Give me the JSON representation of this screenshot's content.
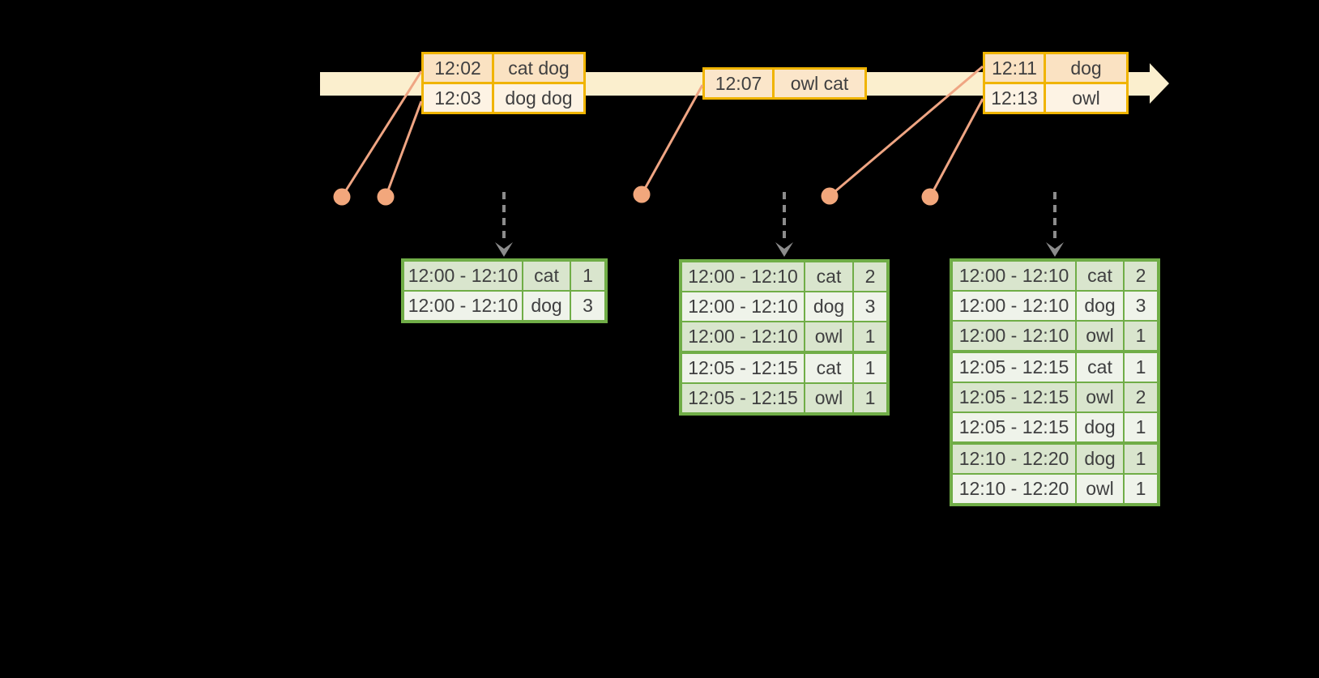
{
  "colors": {
    "background": "#000000",
    "timeline_band": "#FBEFCE",
    "event_table_border": "#F0B400",
    "event_row_dark": "#FAE2C2",
    "event_row_light": "#FDF3E4",
    "connector_line": "#EFA583",
    "event_dot": "#F2A77C",
    "trigger_arrow": "#8C8C8C",
    "result_table_border": "#70AD47",
    "result_row_dark": "#D9E5CD",
    "result_row_light": "#EFF3EA",
    "text": "#3F3F40"
  },
  "timeline": {
    "event_tables": [
      {
        "rows": [
          {
            "time": "12:02",
            "words": "cat dog"
          },
          {
            "time": "12:03",
            "words": "dog dog"
          }
        ]
      },
      {
        "rows": [
          {
            "time": "12:07",
            "words": "owl cat"
          }
        ]
      },
      {
        "rows": [
          {
            "time": "12:11",
            "words": "dog"
          },
          {
            "time": "12:13",
            "words": "owl"
          }
        ]
      }
    ]
  },
  "result_tables": [
    {
      "rows": [
        {
          "window": "12:00 - 12:10",
          "word": "cat",
          "count": "1",
          "group": 0
        },
        {
          "window": "12:00 - 12:10",
          "word": "dog",
          "count": "3",
          "group": 0
        }
      ]
    },
    {
      "rows": [
        {
          "window": "12:00 - 12:10",
          "word": "cat",
          "count": "2",
          "group": 0
        },
        {
          "window": "12:00 - 12:10",
          "word": "dog",
          "count": "3",
          "group": 0
        },
        {
          "window": "12:00 - 12:10",
          "word": "owl",
          "count": "1",
          "group": 0
        },
        {
          "window": "12:05 - 12:15",
          "word": "cat",
          "count": "1",
          "group": 1
        },
        {
          "window": "12:05 - 12:15",
          "word": "owl",
          "count": "1",
          "group": 1
        }
      ]
    },
    {
      "rows": [
        {
          "window": "12:00 - 12:10",
          "word": "cat",
          "count": "2",
          "group": 0
        },
        {
          "window": "12:00 - 12:10",
          "word": "dog",
          "count": "3",
          "group": 0
        },
        {
          "window": "12:00 - 12:10",
          "word": "owl",
          "count": "1",
          "group": 0
        },
        {
          "window": "12:05 - 12:15",
          "word": "cat",
          "count": "1",
          "group": 1
        },
        {
          "window": "12:05 - 12:15",
          "word": "owl",
          "count": "2",
          "group": 1
        },
        {
          "window": "12:05 - 12:15",
          "word": "dog",
          "count": "1",
          "group": 1
        },
        {
          "window": "12:10 - 12:20",
          "word": "dog",
          "count": "1",
          "group": 2
        },
        {
          "window": "12:10 - 12:20",
          "word": "owl",
          "count": "1",
          "group": 2
        }
      ]
    }
  ]
}
